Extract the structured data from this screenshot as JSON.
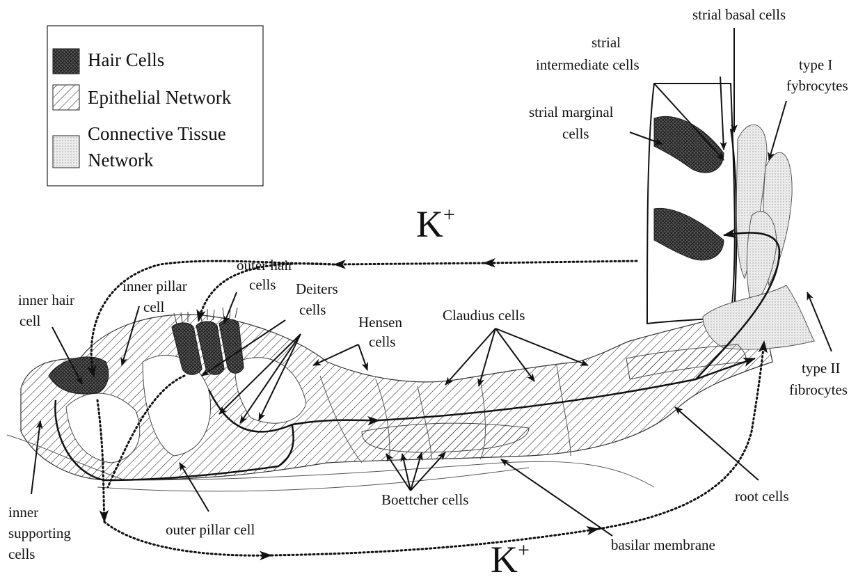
{
  "legend": {
    "items": [
      {
        "label": "Hair Cells",
        "pattern": "crosshatch-dark"
      },
      {
        "label": "Epithelial Network",
        "pattern": "diagonal-hatch"
      },
      {
        "label": "Connective Tissue Network",
        "lines": [
          "Connective Tissue",
          "Network"
        ],
        "pattern": "light-dots"
      }
    ]
  },
  "ion_labels": {
    "upper": {
      "symbol": "K",
      "sup": "+"
    },
    "lower": {
      "symbol": "K",
      "sup": "+"
    }
  },
  "labels": {
    "strial_basal": "strial basal cells",
    "strial_intermediate": [
      "strial",
      "intermediate cells"
    ],
    "type1": [
      "type I",
      "fybrocytes"
    ],
    "strial_marginal": [
      "strial marginal",
      "cells"
    ],
    "outer_hair": [
      "outer hair",
      "cells"
    ],
    "inner_pillar": [
      "inner pillar",
      "cell"
    ],
    "inner_hair": [
      "inner hair",
      "cell"
    ],
    "deiters": [
      "Deiters",
      "cells"
    ],
    "hensen": [
      "Hensen",
      "cells"
    ],
    "claudius": "Claudius cells",
    "type2": [
      "type II",
      "fibrocytes"
    ],
    "boettcher": "Boettcher cells",
    "root": "root cells",
    "inner_supporting": [
      "inner",
      "supporting",
      "cells"
    ],
    "outer_pillar": "outer pillar cell",
    "basilar": "basilar membrane"
  },
  "colors": {
    "ink": "#111111",
    "hair_cell_fill": "#555555",
    "connective_fill": "#e6e6e6"
  }
}
